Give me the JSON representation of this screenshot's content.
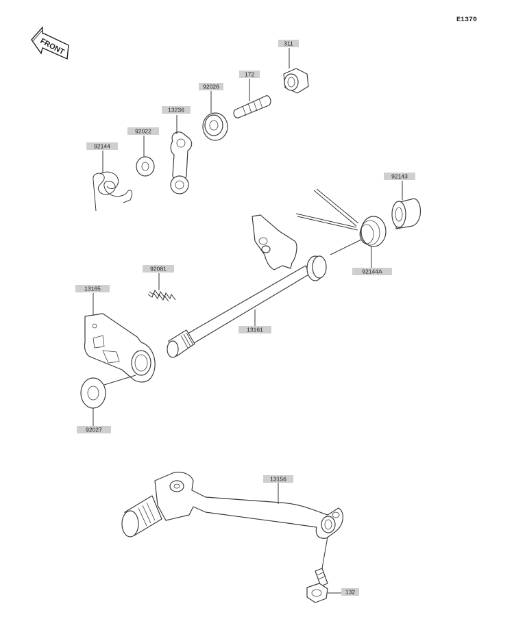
{
  "diagram_code": "E1370",
  "front_label": "FRONT",
  "parts": [
    {
      "id": "311",
      "label": "311"
    },
    {
      "id": "172",
      "label": "172"
    },
    {
      "id": "92026",
      "label": "92026"
    },
    {
      "id": "13236",
      "label": "13236"
    },
    {
      "id": "92022",
      "label": "92022"
    },
    {
      "id": "92144",
      "label": "92144"
    },
    {
      "id": "92143",
      "label": "92143"
    },
    {
      "id": "92144A",
      "label": "92144A"
    },
    {
      "id": "92081",
      "label": "92081"
    },
    {
      "id": "13165",
      "label": "13165"
    },
    {
      "id": "13161",
      "label": "13161"
    },
    {
      "id": "92027",
      "label": "92027"
    },
    {
      "id": "13156",
      "label": "13156"
    },
    {
      "id": "132",
      "label": "132"
    }
  ]
}
